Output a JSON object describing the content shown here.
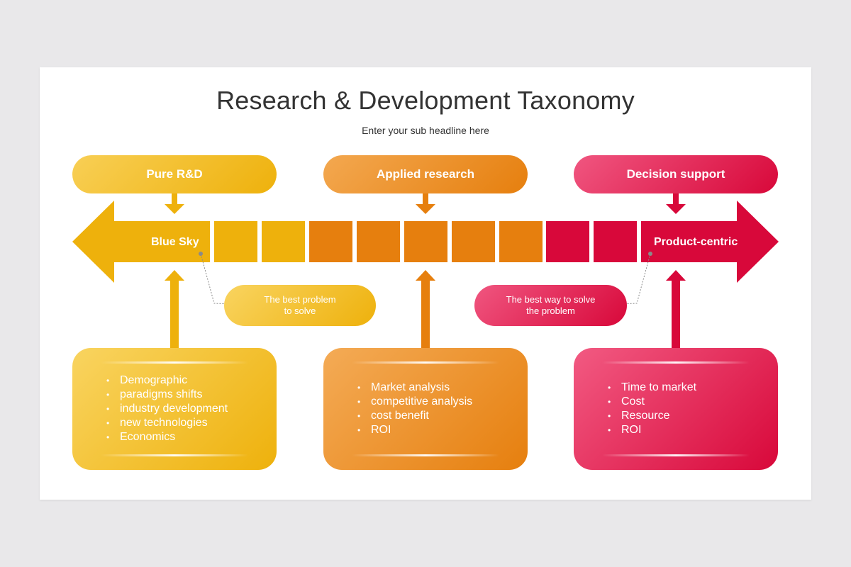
{
  "title": "Research & Development Taxonomy",
  "subtitle": "Enter your sub headline here",
  "colors": {
    "yellow": "#eeb10c",
    "orange": "#e67f0e",
    "red": "#d8083a"
  },
  "categories": [
    {
      "label": "Pure R&D",
      "items": [
        "Demographic",
        "paradigms shifts",
        "industry development",
        "new technologies",
        "Economics"
      ]
    },
    {
      "label": "Applied research",
      "items": [
        "Market analysis",
        "competitive analysis",
        "cost benefit",
        "ROI"
      ]
    },
    {
      "label": "Decision support",
      "items": [
        "Time to market",
        "Cost",
        "Resource",
        "ROI"
      ]
    }
  ],
  "spectrum": {
    "left_label": "Blue Sky",
    "right_label": "Product-centric"
  },
  "callouts": {
    "left": {
      "line1": "The best problem",
      "line2": "to solve"
    },
    "right": {
      "line1": "The best way to solve",
      "line2": "the problem"
    }
  }
}
